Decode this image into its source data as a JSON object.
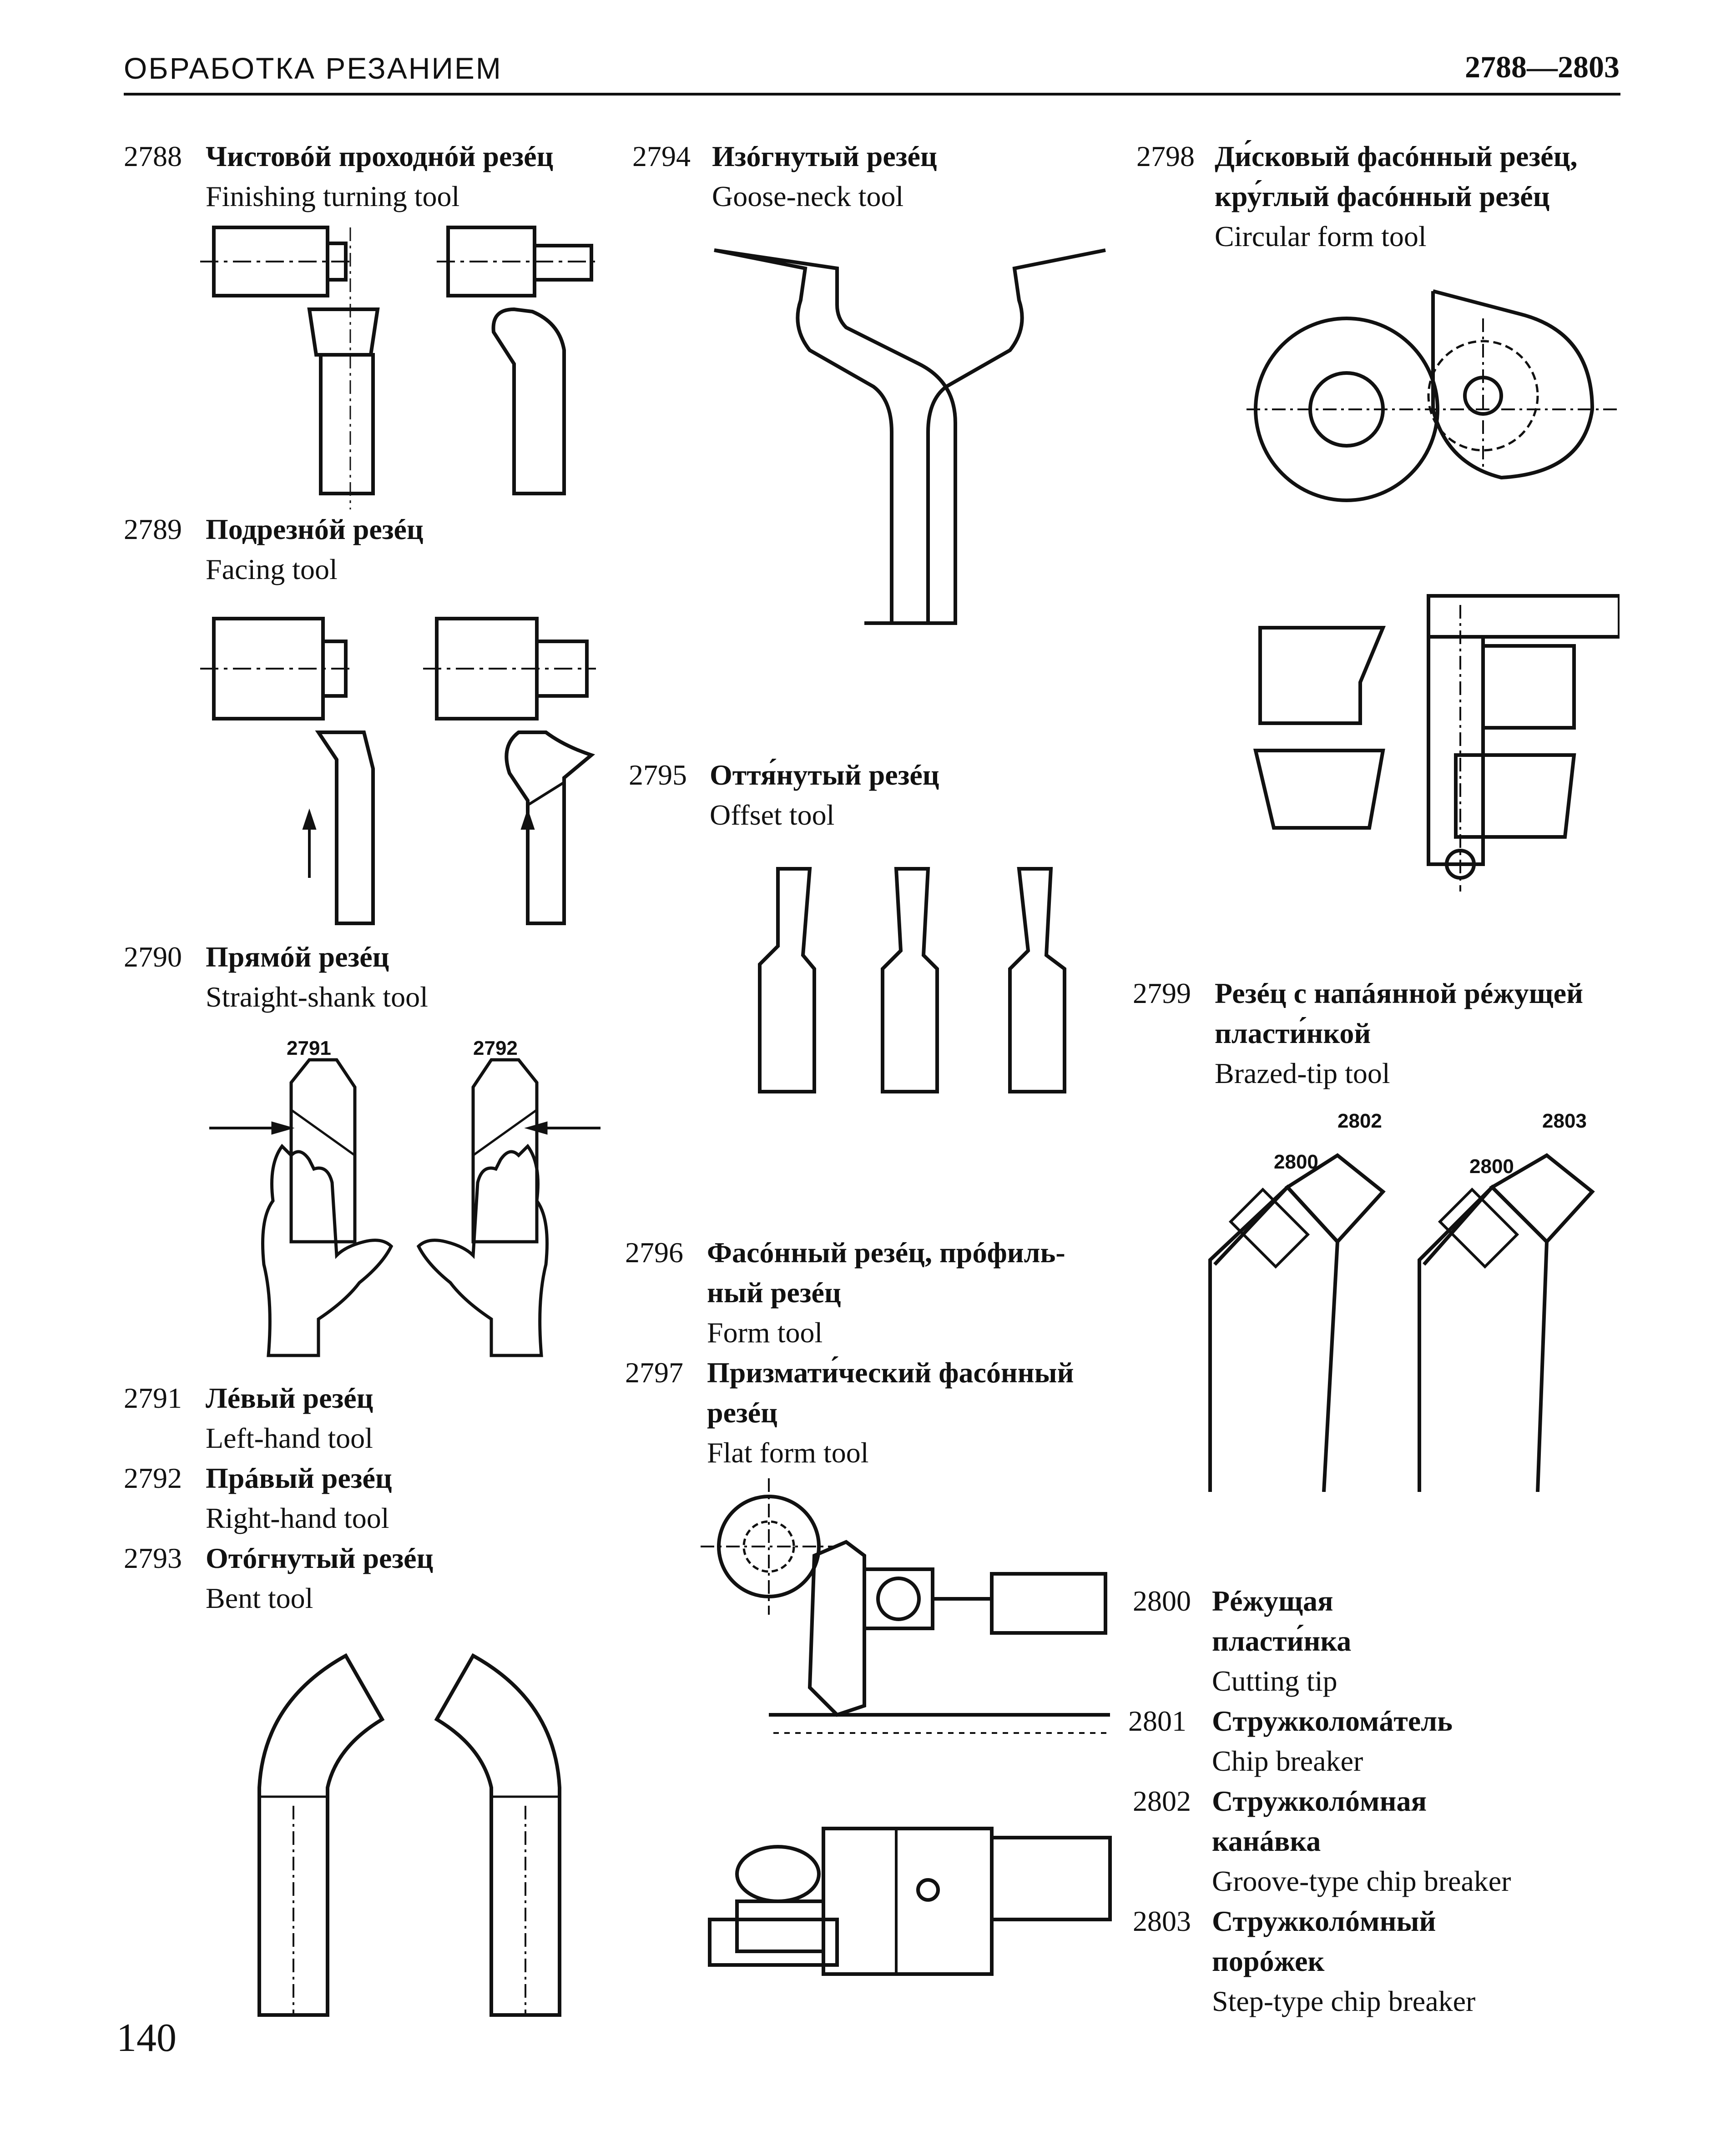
{
  "header": {
    "title": "ОБРАБОТКА РЕЗАНИЕМ",
    "range": "2788—2803"
  },
  "page_number": "140",
  "entries": [
    {
      "num": "2788",
      "ru": "Чистовóй проходнóй резéц",
      "en": "Finishing turning tool"
    },
    {
      "num": "2789",
      "ru": "Подрезнóй резéц",
      "en": "Facing tool"
    },
    {
      "num": "2790",
      "ru": "Прямóй резéц",
      "en": "Straight-shank tool"
    },
    {
      "num": "2791",
      "ru": "Лéвый резéц",
      "en": "Left-hand tool"
    },
    {
      "num": "2792",
      "ru": "Прáвый резéц",
      "en": "Right-hand tool"
    },
    {
      "num": "2793",
      "ru": "Отóгнутый резéц",
      "en": "Bent tool"
    },
    {
      "num": "2794",
      "ru": "Изóгнутый резéц",
      "en": "Goose-neck tool"
    },
    {
      "num": "2795",
      "ru": "Оття́нутый резéц",
      "en": "Offset tool"
    },
    {
      "num": "2796",
      "ru1": "Фасóнный резéц, прóфиль-",
      "ru2": "ный резéц",
      "en": "Form tool"
    },
    {
      "num": "2797",
      "ru1": "Призмати́ческий фасóнный",
      "ru2": "резéц",
      "en": "Flat form tool"
    },
    {
      "num": "2798",
      "ru1": "Ди́сковый фасóнный резéц,",
      "ru2": "кру́глый фасóнный резéц",
      "en": "Circular form tool"
    },
    {
      "num": "2799",
      "ru1": "Резéц с напáянной рéжущей",
      "ru2": "пласти́нкой",
      "en": "Brazed-tip tool"
    },
    {
      "num": "2800",
      "ru1": "Рéжущая",
      "ru2": "пласти́нка",
      "en": "Cutting tip"
    },
    {
      "num": "2801",
      "ru": "Стружколомáтель",
      "en": "Chip breaker"
    },
    {
      "num": "2802",
      "ru1": "Стружколóмная",
      "ru2": "канáвка",
      "en": "Groove-type chip breaker"
    },
    {
      "num": "2803",
      "ru1": "Стружколóмный",
      "ru2": "порóжек",
      "en": "Step-type chip breaker"
    }
  ],
  "callouts": {
    "left_2791": "2791",
    "right_2792": "2792",
    "tip_2802": "2802",
    "tip_2803": "2803",
    "tip_2800_a": "2800",
    "tip_2800_b": "2800"
  }
}
